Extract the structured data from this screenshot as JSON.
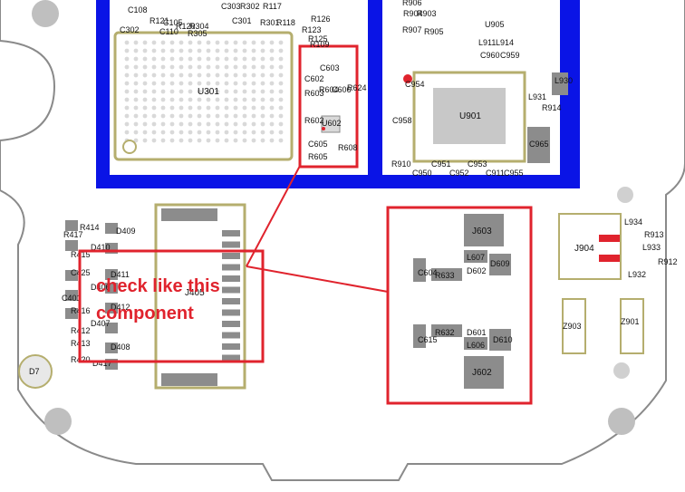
{
  "colors": {
    "board": "#ffffff",
    "shield": "#0a14e6",
    "outline": "#b5ae6e",
    "pad": "#8c8c8c",
    "annotation": "#e0232d"
  },
  "chips": {
    "u301": "U301",
    "u901": "U901",
    "u602": "U602",
    "j405": "J405",
    "j603": "J603",
    "j602": "J602",
    "j904": "J904",
    "z903": "Z903",
    "z901": "Z901",
    "d7": "D7"
  },
  "annotation": {
    "line1": "check like this",
    "line2": "component"
  },
  "labels": [
    "C108",
    "C302",
    "R121",
    "C105",
    "C110",
    "R120",
    "R304",
    "R305",
    "C303",
    "R302",
    "R117",
    "C301",
    "R301",
    "R118",
    "R126",
    "R123",
    "R125",
    "R109",
    "C603",
    "C602",
    "R604",
    "C606",
    "R624",
    "R603",
    "R602",
    "C605",
    "R608",
    "R605",
    "R906",
    "R904",
    "R903",
    "R907",
    "R905",
    "U905",
    "L911",
    "L914",
    "C960",
    "C959",
    "C954",
    "L930",
    "L931",
    "R914",
    "C958",
    "C965",
    "R910",
    "C950",
    "C951",
    "C952",
    "C953",
    "C911",
    "C955",
    "R414",
    "D409",
    "R417",
    "D410",
    "R415",
    "C425",
    "D411",
    "D406",
    "C401",
    "D412",
    "R416",
    "D407",
    "R412",
    "R413",
    "D408",
    "R420",
    "D417",
    "C604",
    "R633",
    "L607",
    "D602",
    "D609",
    "C615",
    "R632",
    "D601",
    "L606",
    "D610",
    "L934",
    "R913",
    "L933",
    "L932",
    "R912"
  ]
}
